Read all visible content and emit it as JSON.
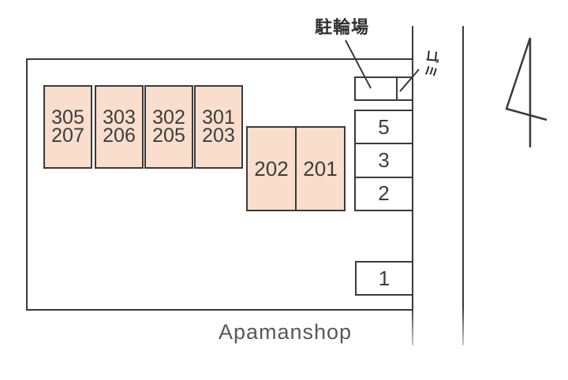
{
  "diagram": {
    "brand": "Apamanshop",
    "bicycle_parking_label": "駐輪場",
    "garbage_label": "ゴミ",
    "building": {
      "upper_units": [
        {
          "line1": "305",
          "line2": "207"
        },
        {
          "line1": "303",
          "line2": "206"
        },
        {
          "line1": "302",
          "line2": "205"
        },
        {
          "line1": "301",
          "line2": "203"
        }
      ],
      "lower_units": [
        {
          "label": "202"
        },
        {
          "label": "201"
        }
      ]
    },
    "parking_spaces": [
      {
        "label": "5"
      },
      {
        "label": "3"
      },
      {
        "label": "2"
      },
      {
        "label": "1"
      }
    ],
    "icons": {
      "north_arrow": "north-arrow-icon"
    },
    "colors": {
      "unit_fill": "#f9ddcd",
      "outline": "#3a3a3a",
      "number_text": "#3d3d3d",
      "brand_text": "#57585a"
    }
  }
}
